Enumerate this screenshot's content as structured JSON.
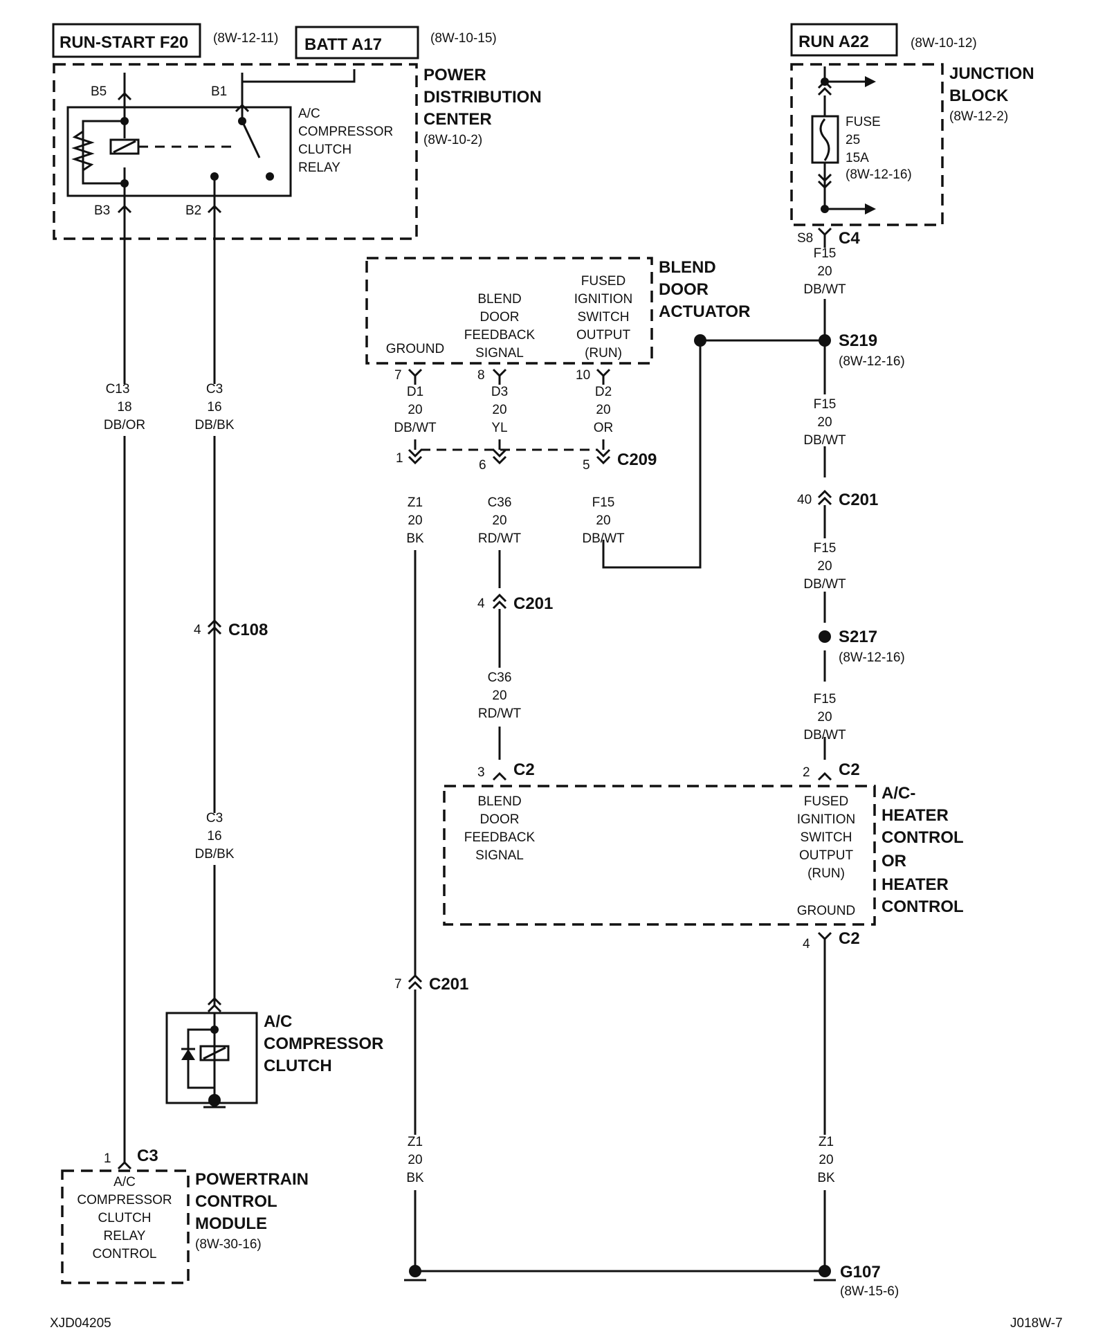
{
  "top": {
    "run_start": "RUN-START F20",
    "run_start_ref": "(8W-12-11)",
    "batt": "BATT A17",
    "batt_ref": "(8W-10-15)",
    "run": "RUN A22",
    "run_ref": "(8W-10-12)"
  },
  "pdc": {
    "t1": "POWER",
    "t2": "DISTRIBUTION",
    "t3": "CENTER",
    "ref": "(8W-10-2)",
    "relay": [
      "A/C",
      "COMPRESSOR",
      "CLUTCH",
      "RELAY"
    ],
    "pins": [
      "B5",
      "B1",
      "B3",
      "B2"
    ]
  },
  "jb": {
    "t1": "JUNCTION",
    "t2": "BLOCK",
    "ref": "(8W-12-2)",
    "fuse": [
      "FUSE",
      "25",
      "15A",
      "(8W-12-16)"
    ],
    "pin": "S8",
    "conn": "C4"
  },
  "bda": {
    "t1": "BLEND",
    "t2": "DOOR",
    "t3": "ACTUATOR",
    "ground": "GROUND",
    "feedback": [
      "BLEND",
      "DOOR",
      "FEEDBACK",
      "SIGNAL"
    ],
    "fused": [
      "FUSED",
      "IGNITION",
      "SWITCH",
      "OUTPUT",
      "(RUN)"
    ],
    "pins": [
      "7",
      "8",
      "10"
    ]
  },
  "wires": {
    "c13": [
      "C13",
      "18",
      "DB/OR"
    ],
    "c3a": [
      "C3",
      "16",
      "DB/BK"
    ],
    "c3b": [
      "C3",
      "16",
      "DB/BK"
    ],
    "d1": [
      "D1",
      "20",
      "DB/WT"
    ],
    "d3": [
      "D3",
      "20",
      "YL"
    ],
    "d2": [
      "D2",
      "20",
      "OR"
    ],
    "z1a": [
      "Z1",
      "20",
      "BK"
    ],
    "c36a": [
      "C36",
      "20",
      "RD/WT"
    ],
    "c36b": [
      "C36",
      "20",
      "RD/WT"
    ],
    "f15a": [
      "F15",
      "20",
      "DB/WT"
    ],
    "f15b": [
      "F15",
      "20",
      "DB/WT"
    ],
    "f15c": [
      "F15",
      "20",
      "DB/WT"
    ],
    "f15d": [
      "F15",
      "20",
      "DB/WT"
    ],
    "f15e": [
      "F15",
      "20",
      "DB/WT"
    ],
    "z1b": [
      "Z1",
      "20",
      "BK"
    ],
    "z1c": [
      "Z1",
      "20",
      "BK"
    ]
  },
  "connectors": {
    "c209": "C209",
    "c209_pins": [
      "1",
      "6",
      "5"
    ],
    "c201_pin4": "4",
    "c201_a": "C201",
    "c201_pin40": "40",
    "c201_b": "C201",
    "c201_pin7": "7",
    "c201_c": "C201",
    "c108_pin": "4",
    "c108": "C108",
    "c2_pin3": "3",
    "c2_a": "C2",
    "c2_pin2": "2",
    "c2_b": "C2",
    "c2_pin4": "4",
    "c2_c": "C2",
    "c3_pin": "1",
    "c3": "C3"
  },
  "splices": {
    "s219": "S219",
    "s219_ref": "(8W-12-16)",
    "s217": "S217",
    "s217_ref": "(8W-12-16)",
    "g107": "G107",
    "g107_ref": "(8W-15-6)"
  },
  "heater": {
    "t": [
      "A/C-",
      "HEATER",
      "CONTROL",
      "OR",
      "HEATER",
      "CONTROL"
    ],
    "feedback": [
      "BLEND",
      "DOOR",
      "FEEDBACK",
      "SIGNAL"
    ],
    "fused": [
      "FUSED",
      "IGNITION",
      "SWITCH",
      "OUTPUT",
      "(RUN)"
    ],
    "ground": "GROUND"
  },
  "clutch": {
    "t": [
      "A/C",
      "COMPRESSOR",
      "CLUTCH"
    ]
  },
  "pcm": {
    "t": [
      "POWERTRAIN",
      "CONTROL",
      "MODULE"
    ],
    "ref": "(8W-30-16)",
    "inner": [
      "A/C",
      "COMPRESSOR",
      "CLUTCH",
      "RELAY",
      "CONTROL"
    ]
  },
  "footer": {
    "left": "XJD04205",
    "right": "J018W-7"
  }
}
